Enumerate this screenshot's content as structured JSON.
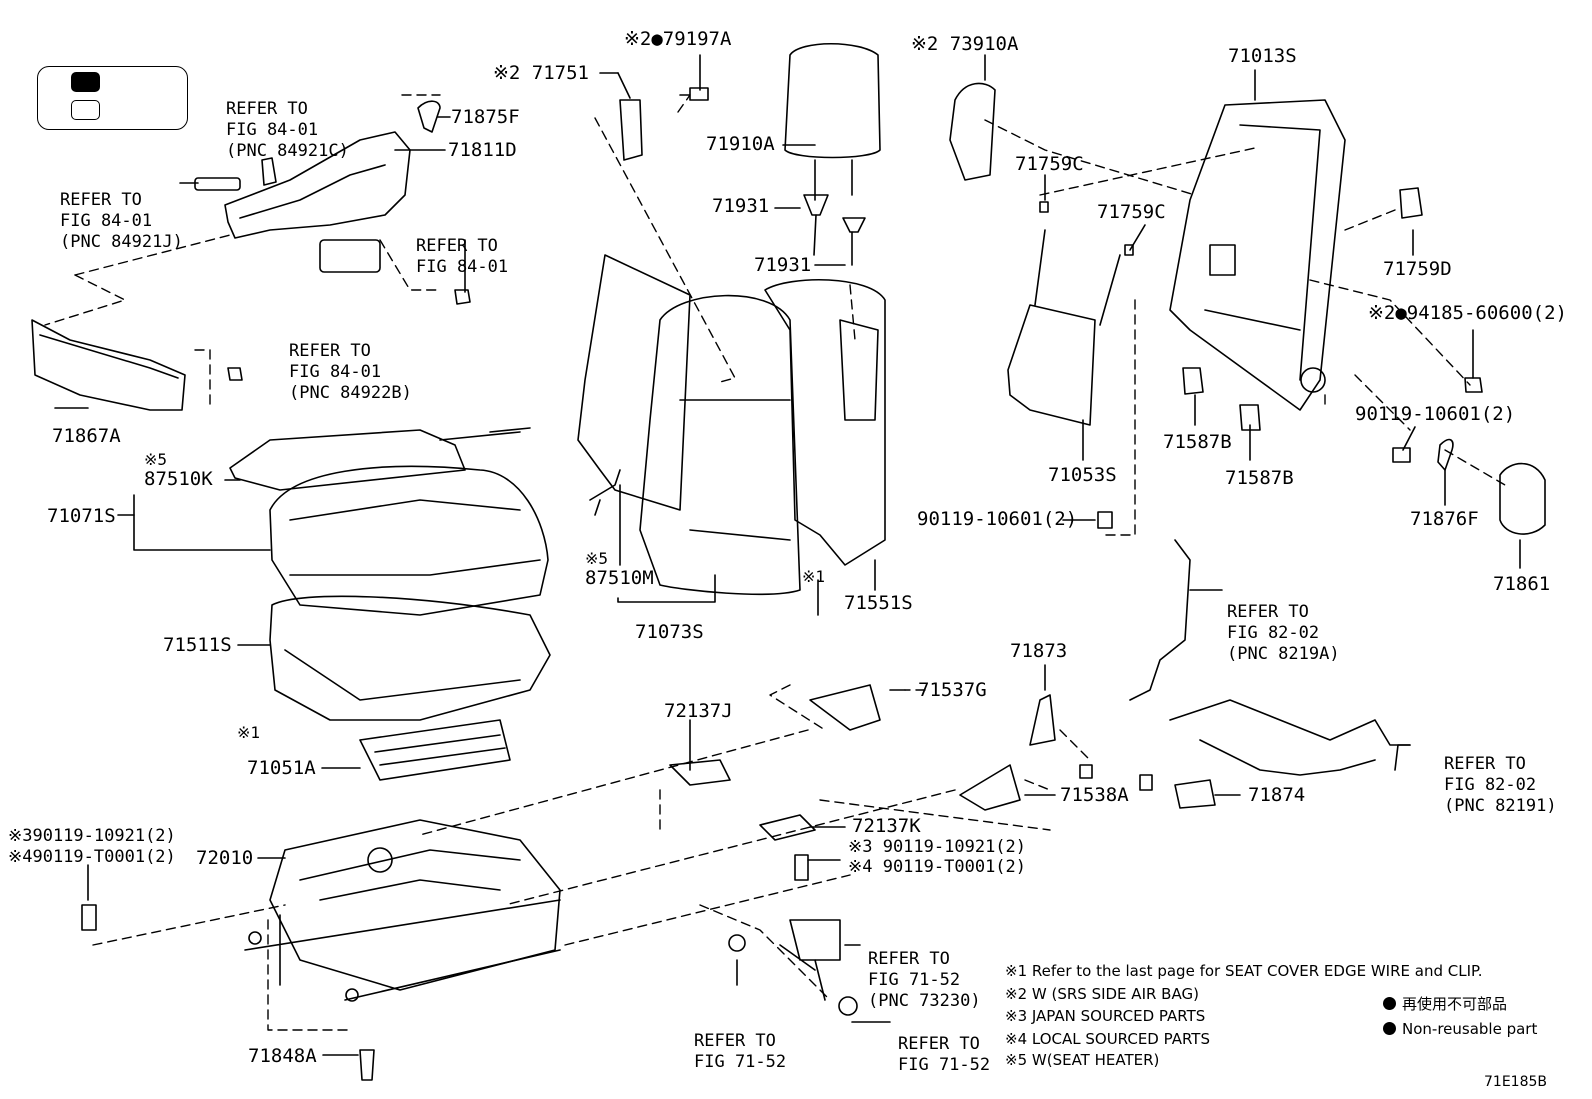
{
  "diagram_code": "71E185B",
  "part_labels": {
    "p79197A": "※2●79197A",
    "p71751": "※2 71751",
    "p71875F": "71875F",
    "p71811D": "71811D",
    "p71867A": "71867A",
    "p71910A": "71910A",
    "p71931a": "71931",
    "p71931b": "71931",
    "p73910A": "※2 73910A",
    "p71013S": "71013S",
    "p71759Ca": "71759C",
    "p71759Cb": "71759C",
    "p71759D": "71759D",
    "p94185": "※2●94185-60600(2)",
    "p90119a": "90119-10601(2)",
    "p71587Ba": "71587B",
    "p71587Bb": "71587B",
    "p71053S": "71053S",
    "p71876F": "71876F",
    "p71861": "71861",
    "p90119b": "90119-10601(2)",
    "p87510K_mark": "※5",
    "p87510K": "87510K",
    "p71071S": "71071S",
    "p87510M_mark": "※5",
    "p87510M": "87510M",
    "p71073S": "71073S",
    "p71551S": "71551S",
    "p71511S": "71511S",
    "pMark1a": "※1",
    "pMark1b": "※1",
    "p71051A": "71051A",
    "p72137J": "72137J",
    "p71537G": "71537G",
    "p71873": "71873",
    "p71538A": "71538A",
    "p71874": "71874",
    "p72137K": "72137K",
    "pBoltL1": "※390119-10921(2)",
    "pBoltL2": "※490119-T0001(2)",
    "p72010": "72010",
    "pBoltM1": "※3 90119-10921(2)",
    "pBoltM2": "※4 90119-T0001(2)",
    "p71848A": "71848A"
  },
  "refer_blocks": {
    "r1": [
      "REFER TO",
      "FIG 84-01",
      "(PNC 84921C)"
    ],
    "r2": [
      "REFER TO",
      "FIG 84-01",
      "(PNC 84921J)"
    ],
    "r3": [
      "REFER TO",
      "FIG 84-01"
    ],
    "r4": [
      "REFER TO",
      "FIG 84-01",
      "(PNC 84922B)"
    ],
    "r5": [
      "REFER TO",
      "FIG 82-02",
      "(PNC 8219A)"
    ],
    "r6": [
      "REFER TO",
      "FIG 82-02",
      "(PNC 82191)"
    ],
    "r7": [
      "REFER TO",
      "FIG 71-52",
      "(PNC 73230)"
    ],
    "r8": [
      "REFER TO",
      "FIG 71-52"
    ],
    "r9": [
      "REFER TO",
      "FIG 71-52"
    ]
  },
  "footnotes": [
    "※1  Refer to the last page for SEAT COVER EDGE WIRE and CLIP.",
    "※2  W (SRS SIDE AIR BAG)",
    "※3  JAPAN SOURCED PARTS",
    "※4  LOCAL SOURCED PARTS",
    "※5  W(SEAT HEATER)"
  ],
  "symbol_legend": [
    "再使用不可部品",
    "Non-reusable part"
  ],
  "colors": {
    "ink": "#000000",
    "paper": "#ffffff"
  }
}
